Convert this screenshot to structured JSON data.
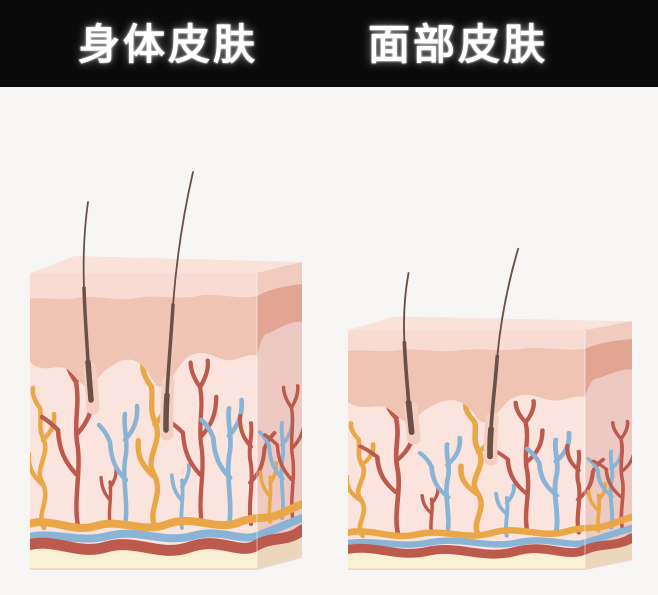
{
  "title_bar": {
    "background": "#0a0a0a",
    "text_color": "#ffffff",
    "labels": [
      {
        "text": "身体皮肤"
      },
      {
        "text": "面部皮肤"
      }
    ]
  },
  "illustration": {
    "type": "skin-cross-section-comparison",
    "blocks": [
      {
        "id": "body-skin",
        "label": "身体皮肤",
        "hair_count": 2,
        "relative_height": "tall"
      },
      {
        "id": "facial-skin",
        "label": "面部皮肤",
        "hair_count": 2,
        "relative_height": "short"
      }
    ],
    "colors": {
      "background": "#f7f6f5",
      "bar_bg": "#0a0a0a",
      "bar_text": "#ffffff",
      "top_face": "#f9e2da",
      "light_strip": "#f8dcd3",
      "light_strip_side": "#f1ccbe",
      "epidermis": "#f0c4b2",
      "epidermis_side": "#e1a592",
      "dermis": "#fbe4de",
      "dermis_side": "#eec9c2",
      "fat_layer": "#faf0d3",
      "fat_layer_side": "#ebd7ba",
      "vessel_red": "#bd5a4e",
      "vessel_blue": "#8ab4d6",
      "vessel_yellow": "#eaa748",
      "hair": "#6a5148",
      "follicle_sheath": "#f4cec1"
    }
  }
}
